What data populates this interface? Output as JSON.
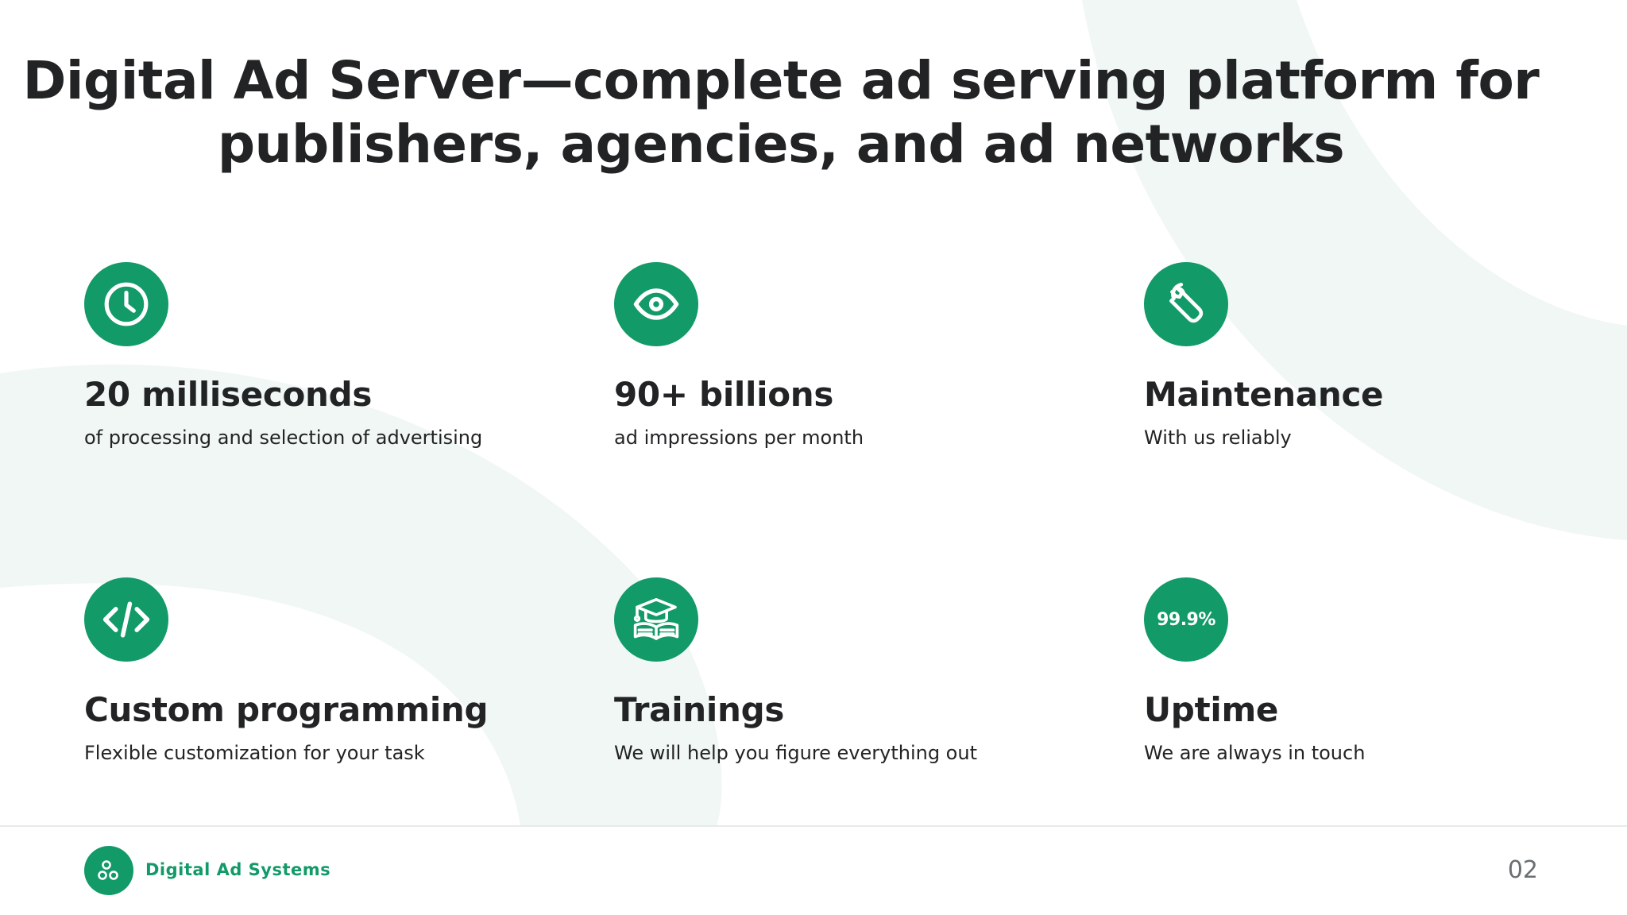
{
  "slide": {
    "title": "Digital Ad Server—complete ad serving platform for publishers, agencies, and ad networks",
    "page_number": "02"
  },
  "colors": {
    "accent": "#129a68",
    "text": "#222324",
    "background_shape": "#f1f7f4"
  },
  "features": [
    {
      "icon": "clock-icon",
      "title": "20 milliseconds",
      "description": "of processing and selection of advertising"
    },
    {
      "icon": "eye-icon",
      "title": "90+ billions",
      "description": "ad impressions per month"
    },
    {
      "icon": "wrench-icon",
      "title": "Maintenance",
      "description": "With us reliably"
    },
    {
      "icon": "code-icon",
      "title": "Custom programming",
      "description": "Flexible customization for your task"
    },
    {
      "icon": "graduation-book-icon",
      "title": "Trainings",
      "description": "We will help you figure everything out"
    },
    {
      "icon": "uptime-badge",
      "badge_text": "99.9%",
      "title": "Uptime",
      "description": "We are always in touch"
    }
  ],
  "footer": {
    "brand": "Digital Ad Systems",
    "logo_icon": "molecule-icon"
  }
}
